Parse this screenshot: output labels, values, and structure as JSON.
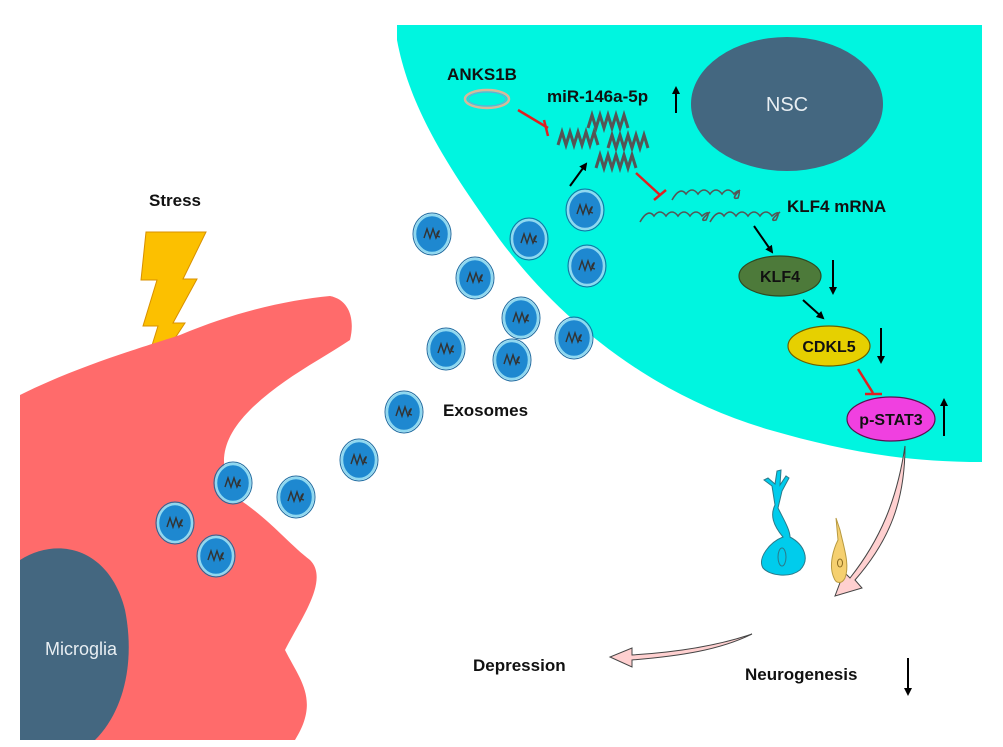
{
  "figure": {
    "type": "pathway-diagram",
    "colors": {
      "nsc_cytoplasm": "#00f5e0",
      "nucleus": "#446780",
      "microglia_body": "#ff6b6b",
      "exosome_fill": "#1e88d0",
      "exosome_rim": "#8fd8f0",
      "lightning": "#fcc000",
      "klf4": "#4d7a3a",
      "cdkl5": "#e6d000",
      "pstat3": "#f040e0",
      "inhibit": "#e02020",
      "effect_arrow": "#ffd0d0",
      "neuron": "#00ccec",
      "neuron_immature": "#f5d070"
    }
  },
  "labels": {
    "stress": "Stress",
    "exosomes": "Exosomes",
    "microglia": "Microglia",
    "nsc": "NSC",
    "anks1b": "ANKS1B",
    "mir": "miR-146a-5p",
    "klf4_mrna": "KLF4 mRNA",
    "klf4": "KLF4",
    "cdkl5": "CDKL5",
    "pstat3": "p-STAT3",
    "depression": "Depression",
    "neurogenesis": "Neurogenesis"
  },
  "regulation": {
    "mir": "up",
    "klf4": "down",
    "cdkl5": "down",
    "pstat3": "up",
    "neurogenesis": "down"
  },
  "relations": [
    {
      "from": "ANKS1B",
      "to": "miR-146a-5p",
      "type": "inhibits"
    },
    {
      "from": "Exosomes",
      "to": "miR-146a-5p",
      "type": "delivers"
    },
    {
      "from": "miR-146a-5p",
      "to": "KLF4 mRNA",
      "type": "inhibits"
    },
    {
      "from": "KLF4 mRNA",
      "to": "KLF4",
      "type": "translates"
    },
    {
      "from": "KLF4",
      "to": "CDKL5",
      "type": "activates"
    },
    {
      "from": "CDKL5",
      "to": "p-STAT3",
      "type": "inhibits"
    },
    {
      "from": "p-STAT3",
      "to": "Neurogenesis",
      "type": "affects"
    },
    {
      "from": "Neurogenesis",
      "to": "Depression",
      "type": "leads-to"
    }
  ]
}
